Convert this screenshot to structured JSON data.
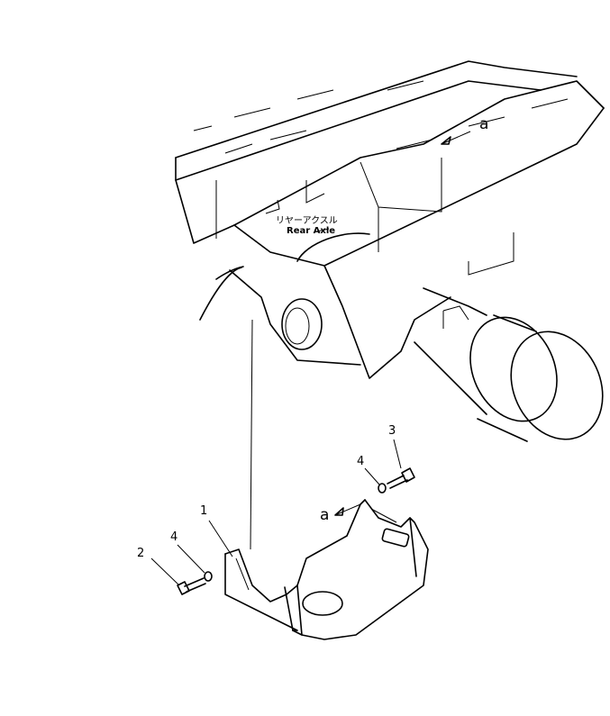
{
  "diagram": {
    "callouts": {
      "rear_axle_jp": "リヤーアクスル",
      "rear_axle_en": "Rear Axle"
    },
    "view_refs": [
      "a",
      "a"
    ],
    "part_numbers": [
      "1",
      "2",
      "3",
      "4",
      "4"
    ]
  }
}
